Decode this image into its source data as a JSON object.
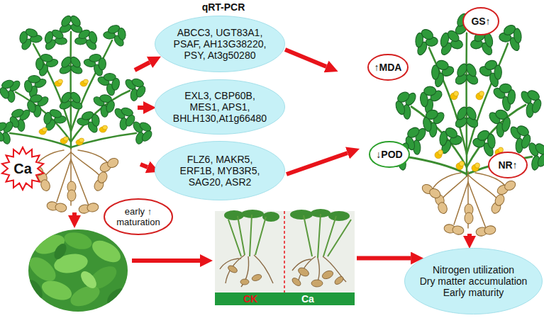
{
  "diagram": {
    "title": "qRT-PCR",
    "nodes": [
      {
        "text": [
          "Ca"
        ]
      },
      {
        "text": [
          "ABCC3, UGT83A1, PSAF, AH13G38220, PSY, At3g50280"
        ]
      },
      {
        "text": [
          "EXL3, CBP60B, MES1, APS1, BHLH130,At1g66480"
        ]
      },
      {
        "text": [
          "FLZ6, MAKR5, ERF1B, MYB3R5, SAG20, ASR2"
        ]
      },
      {
        "text": [
          "GS↑"
        ]
      },
      {
        "text": [
          "↑MDA"
        ]
      },
      {
        "text": [
          "↓POD"
        ]
      },
      {
        "text": [
          "NR↑"
        ]
      },
      {
        "text": [
          "early ↑ maturation"
        ]
      },
      {
        "text": [
          "CK",
          "Ca"
        ]
      },
      {
        "text": [
          "Nitrogen utilization",
          "Dry matter accumulation",
          "Early maturity"
        ]
      }
    ],
    "edges": [
      {
        "from": 9,
        "to": 10,
        "arrow": "to"
      }
    ]
  }
}
